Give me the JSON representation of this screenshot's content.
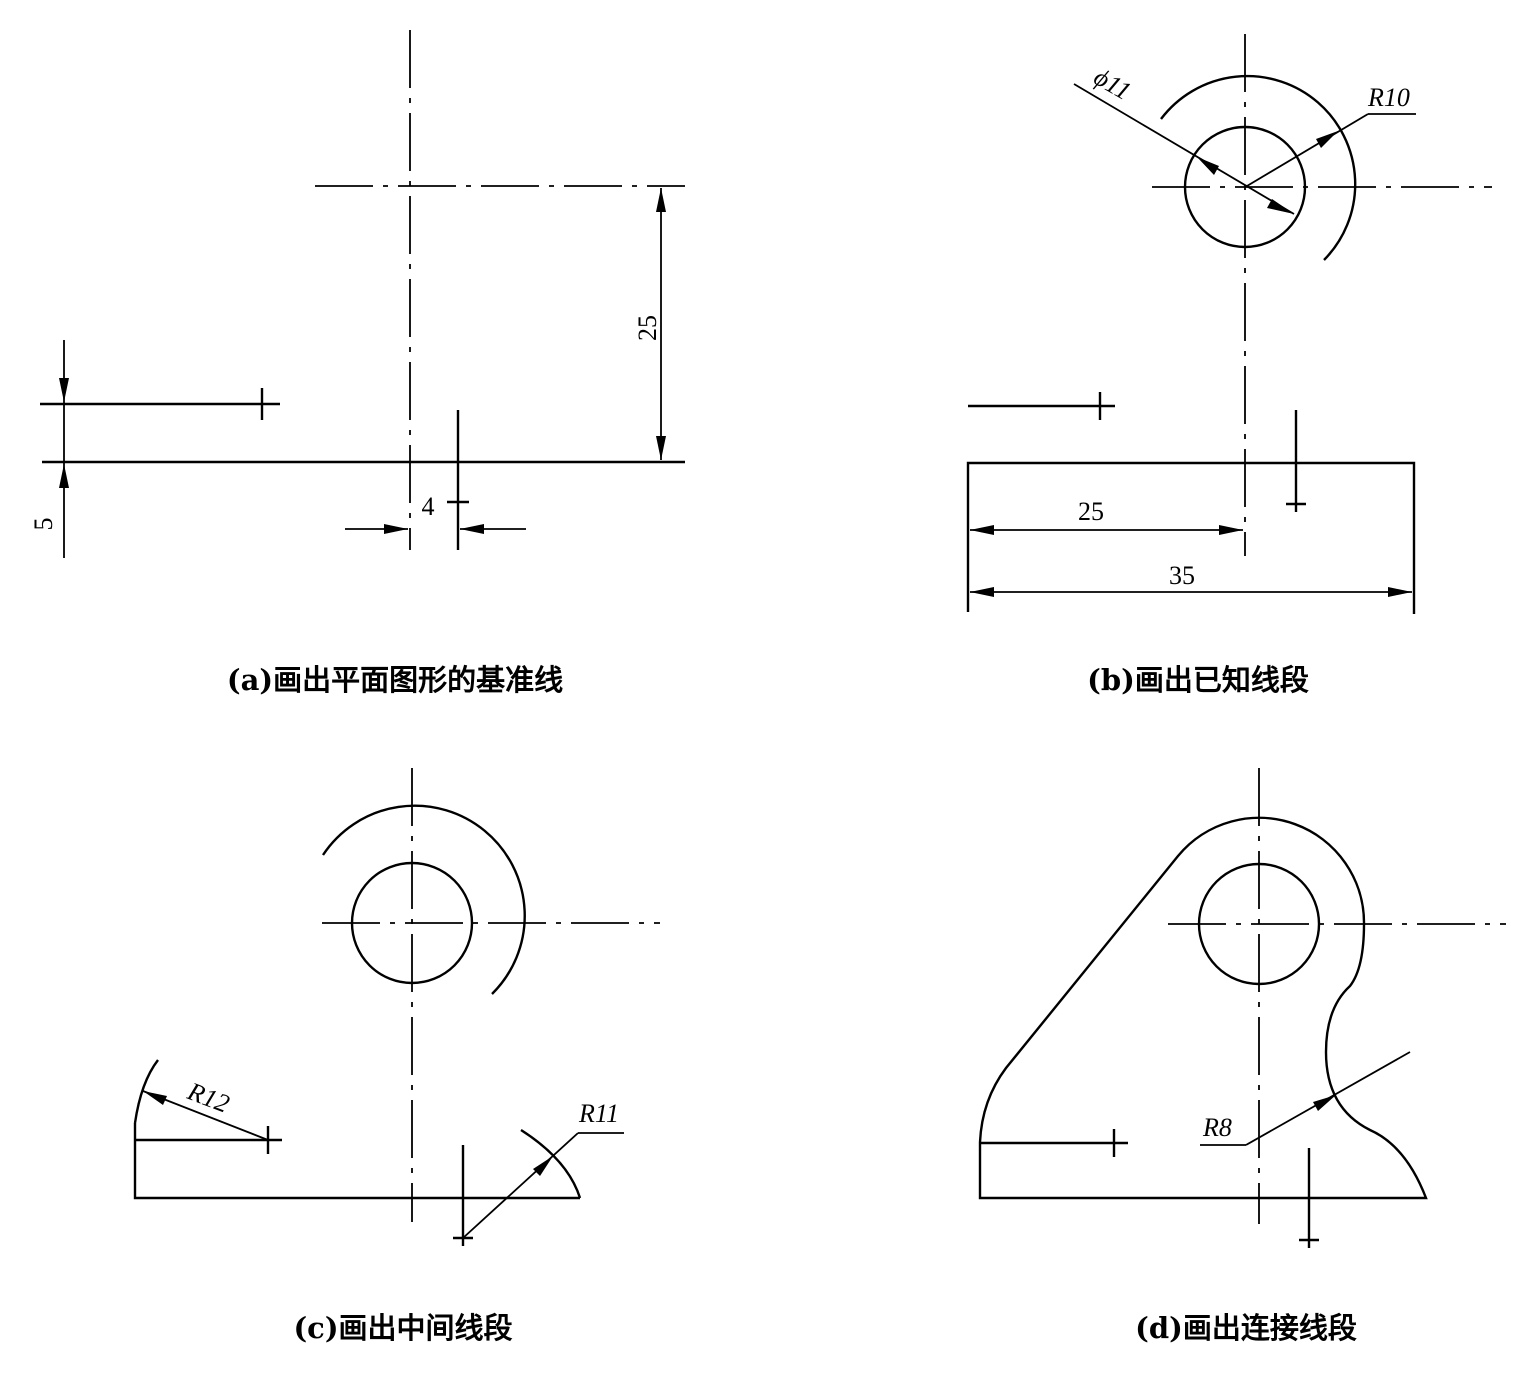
{
  "captions": {
    "a": "(a)画出平面图形的基准线",
    "b": "(b)画出已知线段",
    "c": "(c)画出中间线段",
    "d": "(d)画出连接线段"
  },
  "dimensions": {
    "a": {
      "d25": "25",
      "d5": "5",
      "d4": "4"
    },
    "b": {
      "phi": "ϕ11",
      "r10": "R10",
      "d25": "25",
      "d35": "35"
    },
    "c": {
      "r12": "R12",
      "r11": "R11"
    },
    "d": {
      "r8": "R8"
    }
  }
}
